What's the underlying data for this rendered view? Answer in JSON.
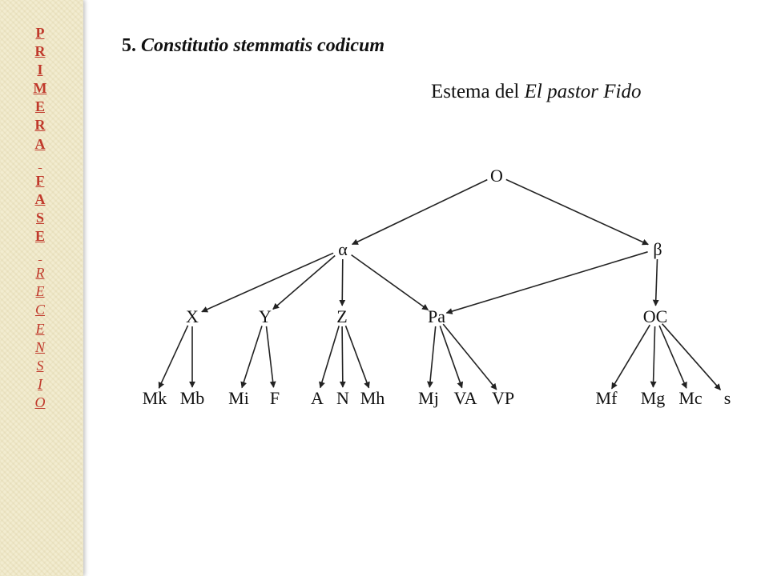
{
  "sidebar": {
    "phase_letters": [
      "P",
      "R",
      "I",
      "M",
      "E",
      "R",
      "A",
      "",
      "F",
      "A",
      "S",
      "E",
      "",
      "R",
      "E",
      "C",
      "E",
      "N",
      "S",
      "I",
      "O"
    ]
  },
  "title": {
    "number": "5.",
    "text": "Constitutio stemmatis codicum"
  },
  "subtitle": {
    "prefix": "Estema del ",
    "italic": "El pastor Fido"
  },
  "stemma": {
    "nodes": [
      {
        "id": "O",
        "label": "O"
      },
      {
        "id": "alpha",
        "label": "α"
      },
      {
        "id": "beta",
        "label": "β"
      },
      {
        "id": "X",
        "label": "X"
      },
      {
        "id": "Y",
        "label": "Y"
      },
      {
        "id": "Z",
        "label": "Z"
      },
      {
        "id": "Pa",
        "label": "Pa"
      },
      {
        "id": "OC",
        "label": "OC"
      },
      {
        "id": "Mk",
        "label": "Mk"
      },
      {
        "id": "Mb",
        "label": "Mb"
      },
      {
        "id": "Mi",
        "label": "Mi"
      },
      {
        "id": "F",
        "label": "F"
      },
      {
        "id": "A",
        "label": "A"
      },
      {
        "id": "N",
        "label": "N"
      },
      {
        "id": "Mh",
        "label": "Mh"
      },
      {
        "id": "Mj",
        "label": "Mj"
      },
      {
        "id": "VA",
        "label": "VA"
      },
      {
        "id": "VP",
        "label": "VP"
      },
      {
        "id": "Mf",
        "label": "Mf"
      },
      {
        "id": "Mg",
        "label": "Mg"
      },
      {
        "id": "Mc",
        "label": "Mc"
      },
      {
        "id": "s",
        "label": "s"
      }
    ],
    "edges": [
      [
        "O",
        "alpha"
      ],
      [
        "O",
        "beta"
      ],
      [
        "alpha",
        "X"
      ],
      [
        "alpha",
        "Y"
      ],
      [
        "alpha",
        "Z"
      ],
      [
        "alpha",
        "Pa"
      ],
      [
        "beta",
        "Pa"
      ],
      [
        "beta",
        "OC"
      ],
      [
        "X",
        "Mk"
      ],
      [
        "X",
        "Mb"
      ],
      [
        "Y",
        "Mi"
      ],
      [
        "Y",
        "F"
      ],
      [
        "Z",
        "A"
      ],
      [
        "Z",
        "N"
      ],
      [
        "Z",
        "Mh"
      ],
      [
        "Pa",
        "Mj"
      ],
      [
        "Pa",
        "VA"
      ],
      [
        "Pa",
        "VP"
      ],
      [
        "OC",
        "Mf"
      ],
      [
        "OC",
        "Mg"
      ],
      [
        "OC",
        "Mc"
      ],
      [
        "OC",
        "s"
      ]
    ]
  }
}
